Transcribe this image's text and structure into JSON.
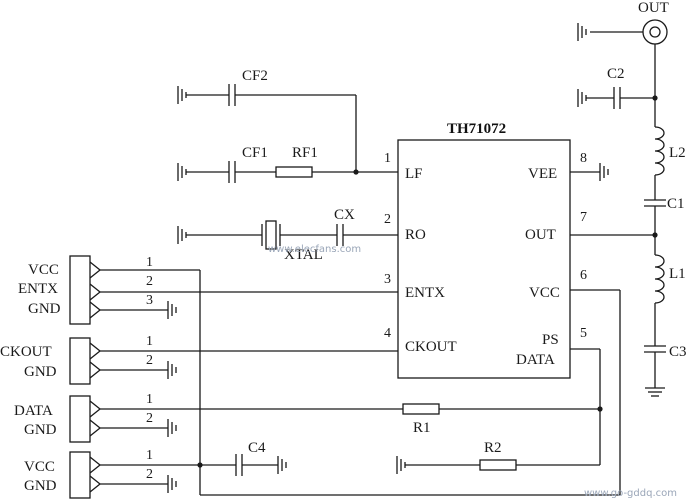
{
  "ic": {
    "name": "TH71072",
    "pins": [
      {
        "num": "1",
        "label": "LF"
      },
      {
        "num": "2",
        "label": "RO"
      },
      {
        "num": "3",
        "label": "ENTX"
      },
      {
        "num": "4",
        "label": "CKOUT"
      },
      {
        "num": "5",
        "label_line1": "PS",
        "label_line2": "DATA"
      },
      {
        "num": "6",
        "label": "VCC"
      },
      {
        "num": "7",
        "label": "OUT"
      },
      {
        "num": "8",
        "label": "VEE"
      }
    ]
  },
  "components": {
    "cf2": "CF2",
    "cf1": "CF1",
    "rf1": "RF1",
    "cx": "CX",
    "xtal": "XTAL",
    "c2": "C2",
    "l2": "L2",
    "c1": "C1",
    "l1": "L1",
    "c3": "C3",
    "r1": "R1",
    "r2": "R2",
    "c4": "C4"
  },
  "output_label": "OUT",
  "connectors": [
    {
      "lines": [
        "VCC",
        "ENTX",
        "GND"
      ],
      "pins": [
        "1",
        "2",
        "3"
      ]
    },
    {
      "lines": [
        "CKOUT",
        "GND"
      ],
      "pins": [
        "1",
        "2"
      ]
    },
    {
      "lines": [
        "DATA",
        "GND"
      ],
      "pins": [
        "1",
        "2"
      ]
    },
    {
      "lines": [
        "VCC",
        "GND"
      ],
      "pins": [
        "1",
        "2"
      ]
    }
  ],
  "watermarks": [
    "www.elecfans.com",
    "www.go-gddq.com"
  ]
}
